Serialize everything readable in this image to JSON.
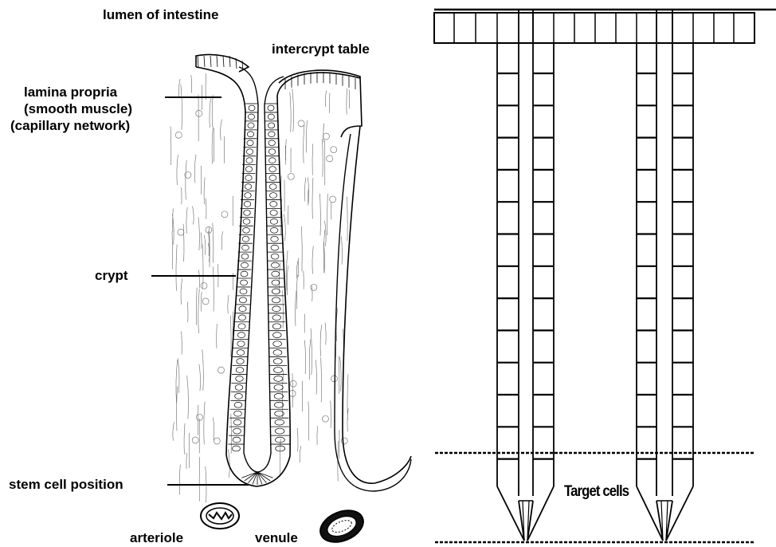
{
  "left_panel": {
    "labels": {
      "lumen": "lumen of intestine",
      "intercrypt": "intercrypt table",
      "lamina_line1": "lamina propria",
      "lamina_line2": "(smooth muscle)",
      "lamina_line3": "(capillary network)",
      "crypt": "crypt",
      "stem_cell": "stem cell position",
      "arteriole": "arteriole",
      "venule": "venule"
    }
  },
  "right_panel": {
    "target_label": "Target cells"
  },
  "colors": {
    "ink": "#000000",
    "background": "#ffffff"
  }
}
